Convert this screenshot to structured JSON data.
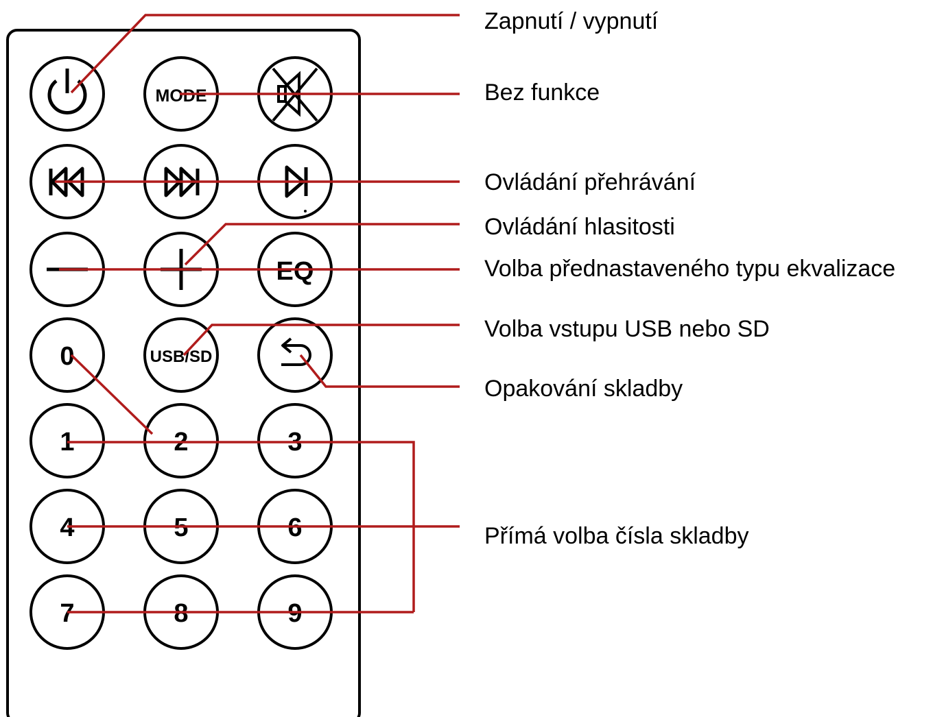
{
  "remote": {
    "buttons": {
      "power": {
        "icon": "power-icon"
      },
      "mode": {
        "text": "MODE"
      },
      "mute": {
        "icon": "mute-icon"
      },
      "prev": {
        "icon": "previous-track-icon"
      },
      "next": {
        "icon": "next-track-icon"
      },
      "play_pause": {
        "icon": "play-pause-icon"
      },
      "vol_down": {
        "icon": "minus-icon"
      },
      "vol_up": {
        "icon": "plus-icon"
      },
      "eq": {
        "text": "EQ"
      },
      "zero": {
        "text": "0"
      },
      "usbsd": {
        "text": "USB/SD"
      },
      "repeat": {
        "icon": "repeat-icon"
      },
      "digits": [
        "1",
        "2",
        "3",
        "4",
        "5",
        "6",
        "7",
        "8",
        "9"
      ]
    }
  },
  "labels": {
    "power": "Zapnutí / vypnutí",
    "no_function": "Bez funkce",
    "playback": "Ovládání přehrávání",
    "volume": "Ovládání hlasitosti",
    "eq": "Volba přednastaveného typu ekvalizace",
    "input": "Volba vstupu USB nebo SD",
    "repeat": "Opakování skladby",
    "track_select": "Přímá volba čísla skladby"
  },
  "colors": {
    "leader_line": "#b01c1c",
    "outline": "#000000"
  }
}
